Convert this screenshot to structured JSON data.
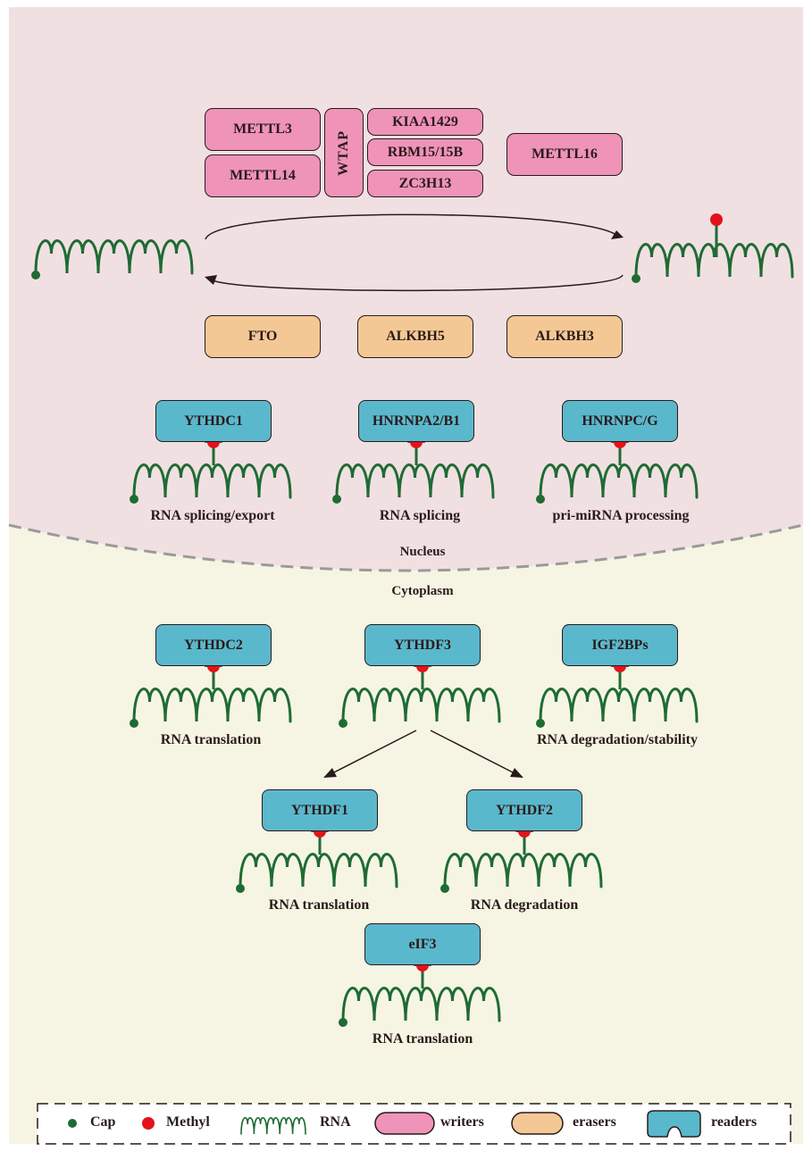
{
  "writers": {
    "mettl3": "METTL3",
    "mettl14": "METTL14",
    "wtap": "WTAP",
    "kiaa1429": "KIAA1429",
    "rbm15": "RBM15/15B",
    "zc3h13": "ZC3H13",
    "mettl16": "METTL16"
  },
  "erasers": {
    "fto": "FTO",
    "alkbh5": "ALKBH5",
    "alkbh3": "ALKBH3"
  },
  "nuclear_readers": [
    {
      "name": "YTHDC1",
      "function": "RNA splicing/export"
    },
    {
      "name": "HNRNPA2/B1",
      "function": "RNA splicing"
    },
    {
      "name": "HNRNPC/G",
      "function": "pri-miRNA processing"
    }
  ],
  "regions": {
    "nucleus": "Nucleus",
    "cytoplasm": "Cytoplasm"
  },
  "cytoplasmic_readers": [
    {
      "name": "YTHDC2",
      "function": "RNA translation"
    },
    {
      "name": "YTHDF3",
      "function": ""
    },
    {
      "name": "IGF2BPs",
      "function": "RNA degradation/stability"
    },
    {
      "name": "YTHDF1",
      "function": "RNA translation"
    },
    {
      "name": "YTHDF2",
      "function": "RNA degradation"
    },
    {
      "name": "eIF3",
      "function": "RNA translation"
    }
  ],
  "legend": {
    "cap": "Cap",
    "methyl": "Methyl",
    "rna": "RNA",
    "writers": "writers",
    "erasers": "erasers",
    "readers": "readers"
  },
  "colors": {
    "nucleus_bg": "#f1e0e2",
    "cytoplasm_bg": "#f6f5e4",
    "writer": "#ef93b9",
    "eraser": "#f4c895",
    "reader": "#5ab8cc",
    "rna": "#1f6b34",
    "cap": "#1f6b34",
    "methyl": "#e3131b"
  }
}
